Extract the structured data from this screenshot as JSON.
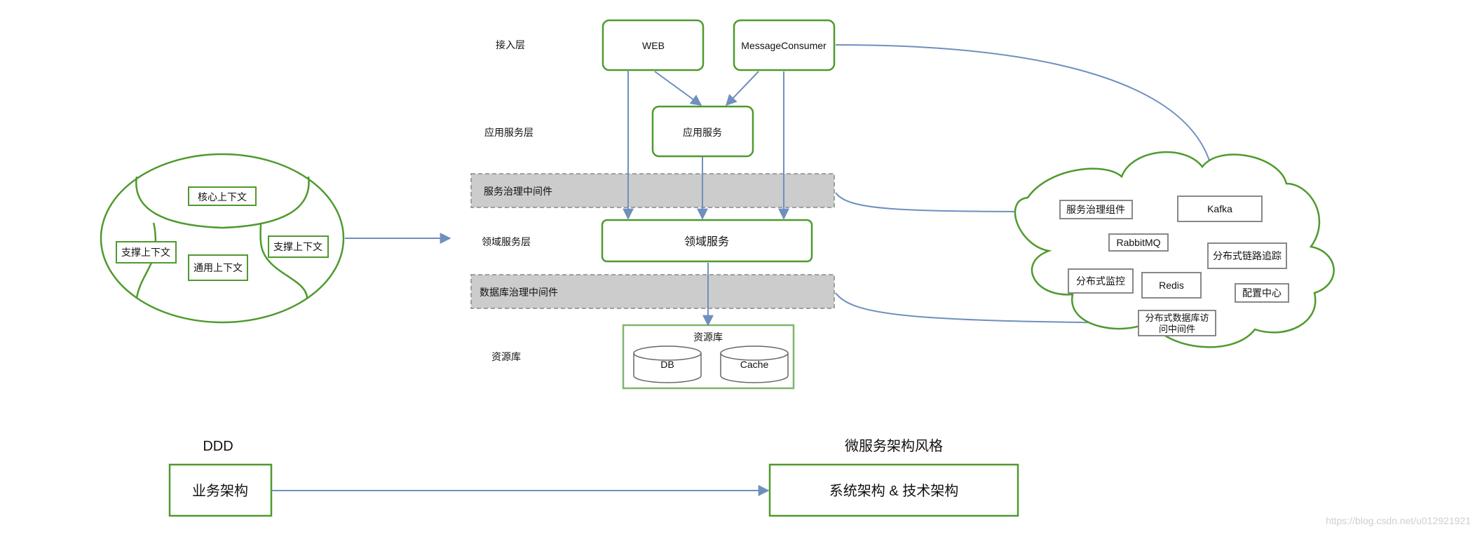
{
  "layers": {
    "access": "接入层",
    "app": "应用服务层",
    "domain": "领域服务层",
    "resource": "资源库"
  },
  "boxes": {
    "web": "WEB",
    "message_consumer": "MessageConsumer",
    "app_service": "应用服务",
    "domain_service": "领域服务"
  },
  "middleware": {
    "service_gov": "服务治理中间件",
    "db_gov": "数据库治理中间件"
  },
  "resource_box": {
    "title": "资源库",
    "db": "DB",
    "cache": "Cache"
  },
  "contexts": {
    "core": "核心上下文",
    "support_left": "支撑上下文",
    "support_right": "支撑上下文",
    "generic": "通用上下文"
  },
  "cloud": {
    "service_gov_component": "服务治理组件",
    "kafka": "Kafka",
    "rabbitmq": "RabbitMQ",
    "tracing": "分布式链路追踪",
    "monitoring": "分布式监控",
    "redis": "Redis",
    "config_center": "配置中心",
    "db_middleware_line1": "分布式数据库访",
    "db_middleware_line2": "问中间件"
  },
  "bottom": {
    "ddd_label": "DDD",
    "business_arch": "业务架构",
    "micro_label": "微服务架构风格",
    "system_arch": "系统架构 & 技术架构"
  },
  "watermark": "https://blog.csdn.net/u012921921",
  "colors": {
    "green": "#4e9a2e",
    "arrow": "#6f8fbf",
    "gray_fill": "#cccccc",
    "gray_border": "#888888"
  }
}
